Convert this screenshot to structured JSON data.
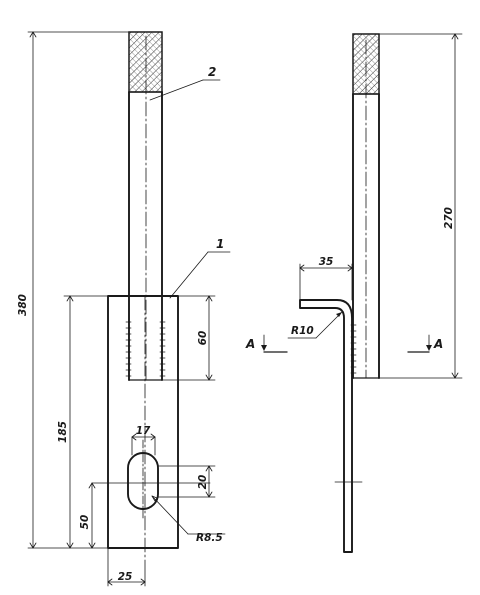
{
  "drawing": {
    "front_view": {
      "overall_height": "380",
      "lower_part_height": "185",
      "weld_length": "60",
      "slot_offset": "50",
      "slot_width": "17",
      "slot_height": "20",
      "slot_radius": "R8.5",
      "width_half": "25",
      "callout_bar": "1",
      "callout_cap": "2"
    },
    "side_view": {
      "bend_length": "35",
      "bend_radius": "R10",
      "rod_length": "270",
      "section_mark": "A"
    }
  }
}
